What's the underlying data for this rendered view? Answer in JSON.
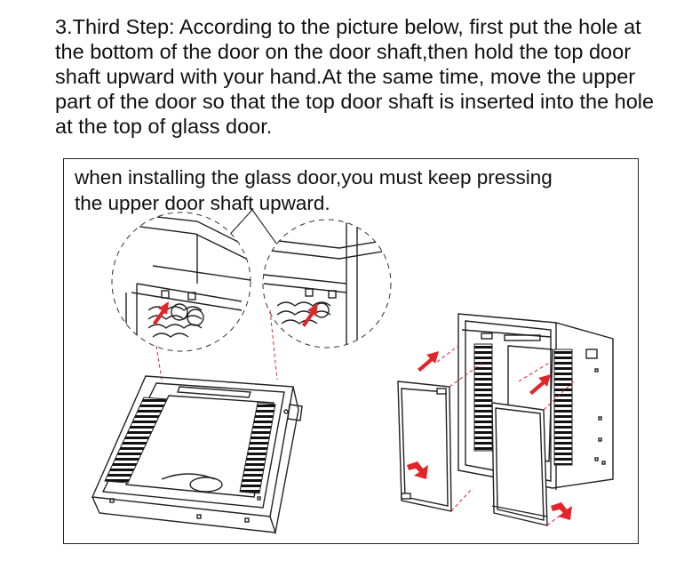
{
  "instruction": {
    "lines": [
      "3.Third Step: According to the picture below, first put the hole at",
      "the bottom of the door on the door shaft,then hold the top door",
      "shaft upward with your hand.At the same time, move the upper",
      "part of the door so that the top door shaft is inserted into the hole",
      "at the top of glass door."
    ]
  },
  "figure": {
    "note_lines": [
      "when installing the  glass door,you must keep pressing",
      "the upper door shaft upward."
    ],
    "accent_color": "#e0262a"
  }
}
